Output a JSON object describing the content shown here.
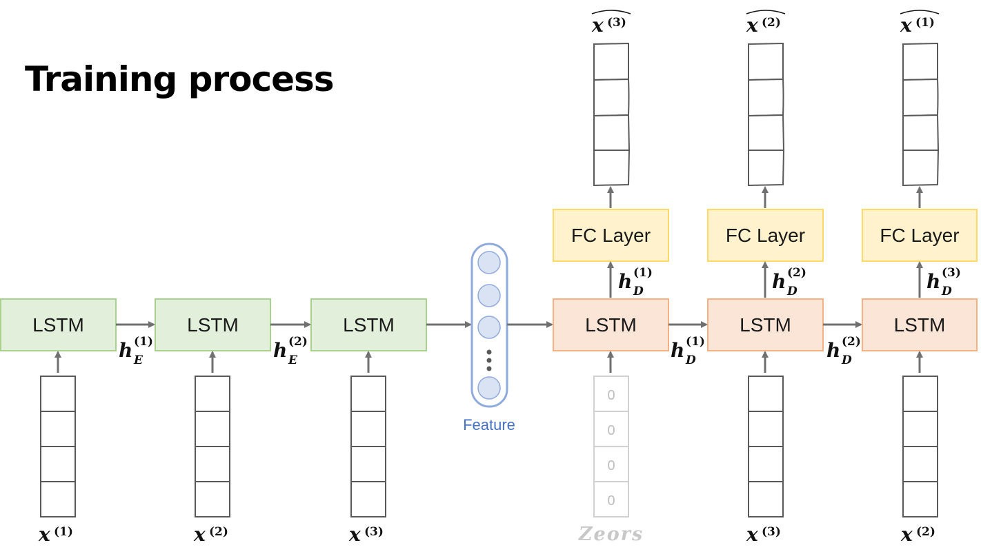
{
  "title": "Training process",
  "encoder": {
    "lstm_label": "LSTM",
    "hidden": [
      {
        "base": "h",
        "sub": "E",
        "sup": "(1)"
      },
      {
        "base": "h",
        "sub": "E",
        "sup": "(2)"
      }
    ],
    "inputs": [
      {
        "base": "x",
        "sup": "(1)"
      },
      {
        "base": "x",
        "sup": "(2)"
      },
      {
        "base": "x",
        "sup": "(3)"
      }
    ]
  },
  "feature": {
    "label": "Feature"
  },
  "decoder": {
    "lstm_label": "LSTM",
    "fc_label": "FC Layer",
    "hidden_right": [
      {
        "base": "h",
        "sub": "D",
        "sup": "(1)"
      },
      {
        "base": "h",
        "sub": "D",
        "sup": "(2)"
      }
    ],
    "hidden_up": [
      {
        "base": "h",
        "sub": "D",
        "sup": "(1)"
      },
      {
        "base": "h",
        "sub": "D",
        "sup": "(2)"
      },
      {
        "base": "h",
        "sub": "D",
        "sup": "(3)"
      }
    ],
    "outputs": [
      {
        "base": "x",
        "sup": "(3)"
      },
      {
        "base": "x",
        "sup": "(2)"
      },
      {
        "base": "x",
        "sup": "(1)"
      }
    ],
    "inputs": [
      {
        "base": "x",
        "sup": "(3)"
      },
      {
        "base": "x",
        "sup": "(2)"
      }
    ],
    "zeros_label": "Zeors",
    "zero_values": [
      "0",
      "0",
      "0",
      "0"
    ]
  },
  "colors": {
    "encoder_fill": "#e2efda",
    "encoder_stroke": "#a9d08e",
    "decoder_fill": "#fbe5d6",
    "decoder_stroke": "#f4b183",
    "fc_fill": "#fff2cc",
    "fc_stroke": "#ffd966",
    "feature_fill": "#dae3f3",
    "feature_stroke": "#8faadc",
    "arrow": "#707070",
    "cell_stroke": "#595959",
    "zero_cell_stroke": "#d0d0d0"
  }
}
